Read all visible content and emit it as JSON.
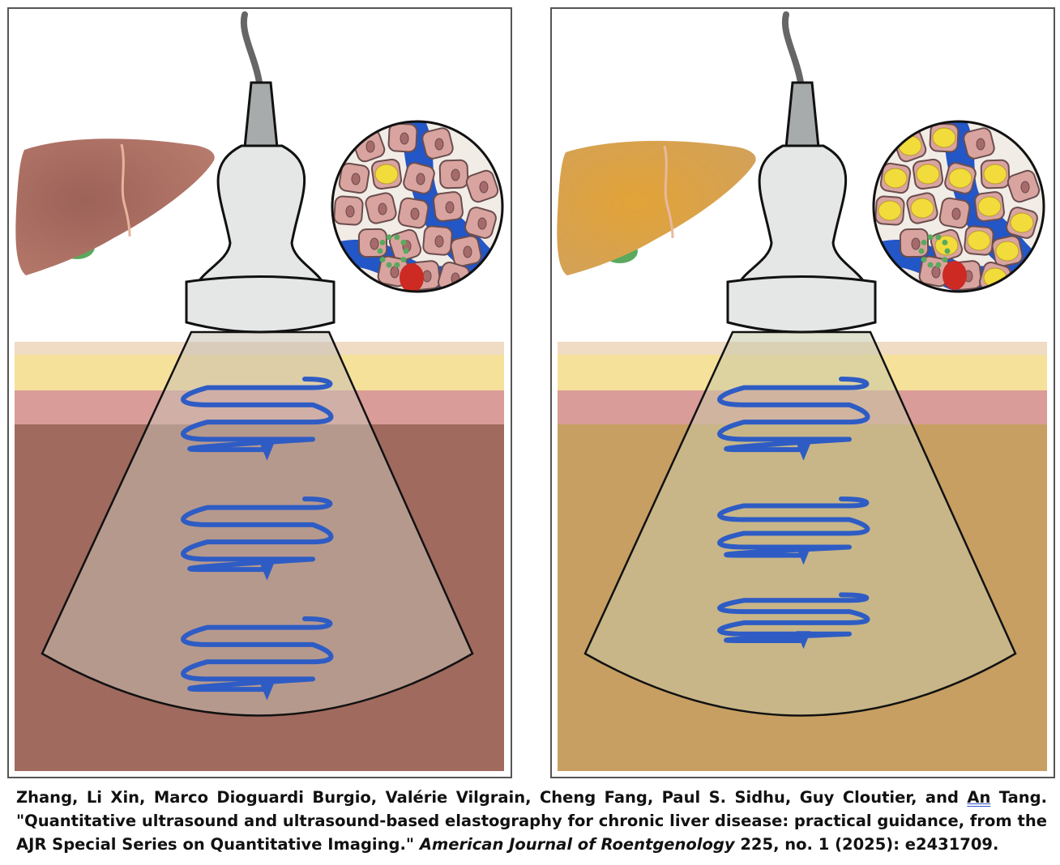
{
  "caption": {
    "authors_before_underlined": "Zhang, Li Xin, Marco Dioguardi Burgio, Valérie Vilgrain, Cheng Fang, Paul S. Sidhu, Guy Cloutier, and",
    "underlined_word": "An",
    "authors_after_underlined": "Tang.",
    "title_line2": "\"Quantitative ultrasound and ultrasound-based elastography for chronic liver disease: practical guidance, from the",
    "title_line3": "AJR Special Series on Quantitative Imaging.\"",
    "journal": "American Journal of Roentgenology",
    "citation_tail": "225, no. 1 (2025): e2431709."
  },
  "colors": {
    "normal_liver": "#a06a5e",
    "normal_liver_organ": "#b07468",
    "fatty_liver": "#c79f62",
    "fatty_liver_organ": "#d7a44e",
    "fat_layer": "#f5e19a",
    "muscle_layer": "#d99c98",
    "skin_layer": "#f0dcc4",
    "shear_wave": "#2e5cc4",
    "vessel": "#2356c6",
    "red_cell": "#cc2a22",
    "bile": "#5aa95e",
    "fat_droplet": "#f2dc3c",
    "probe": "#e5e6e6"
  },
  "panels": [
    {
      "name": "normal-liver",
      "wave_compression": [
        1,
        1,
        1
      ]
    },
    {
      "name": "fatty-liver",
      "wave_compression": [
        1,
        0.8,
        0.65
      ]
    }
  ]
}
